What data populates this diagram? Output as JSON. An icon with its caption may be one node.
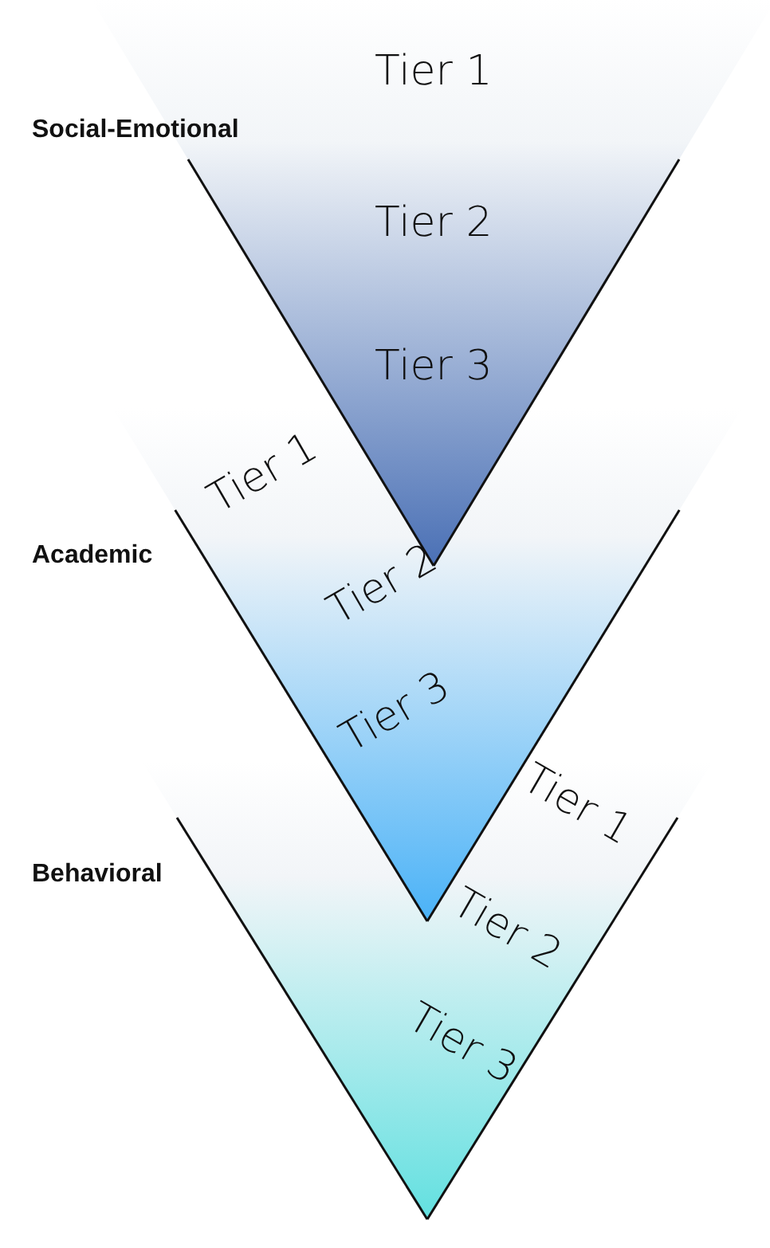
{
  "diagram": {
    "nodes": [
      {
        "text": [
          "Social-Emotional",
          "Tier 1",
          "Tier 2",
          "Tier 3"
        ]
      },
      {
        "text": [
          "Academic",
          "Tier 1",
          "Tier 2",
          "Tier 3"
        ]
      },
      {
        "text": [
          "Behavioral",
          "Tier 1",
          "Tier 2",
          "Tier 3"
        ]
      }
    ]
  }
}
